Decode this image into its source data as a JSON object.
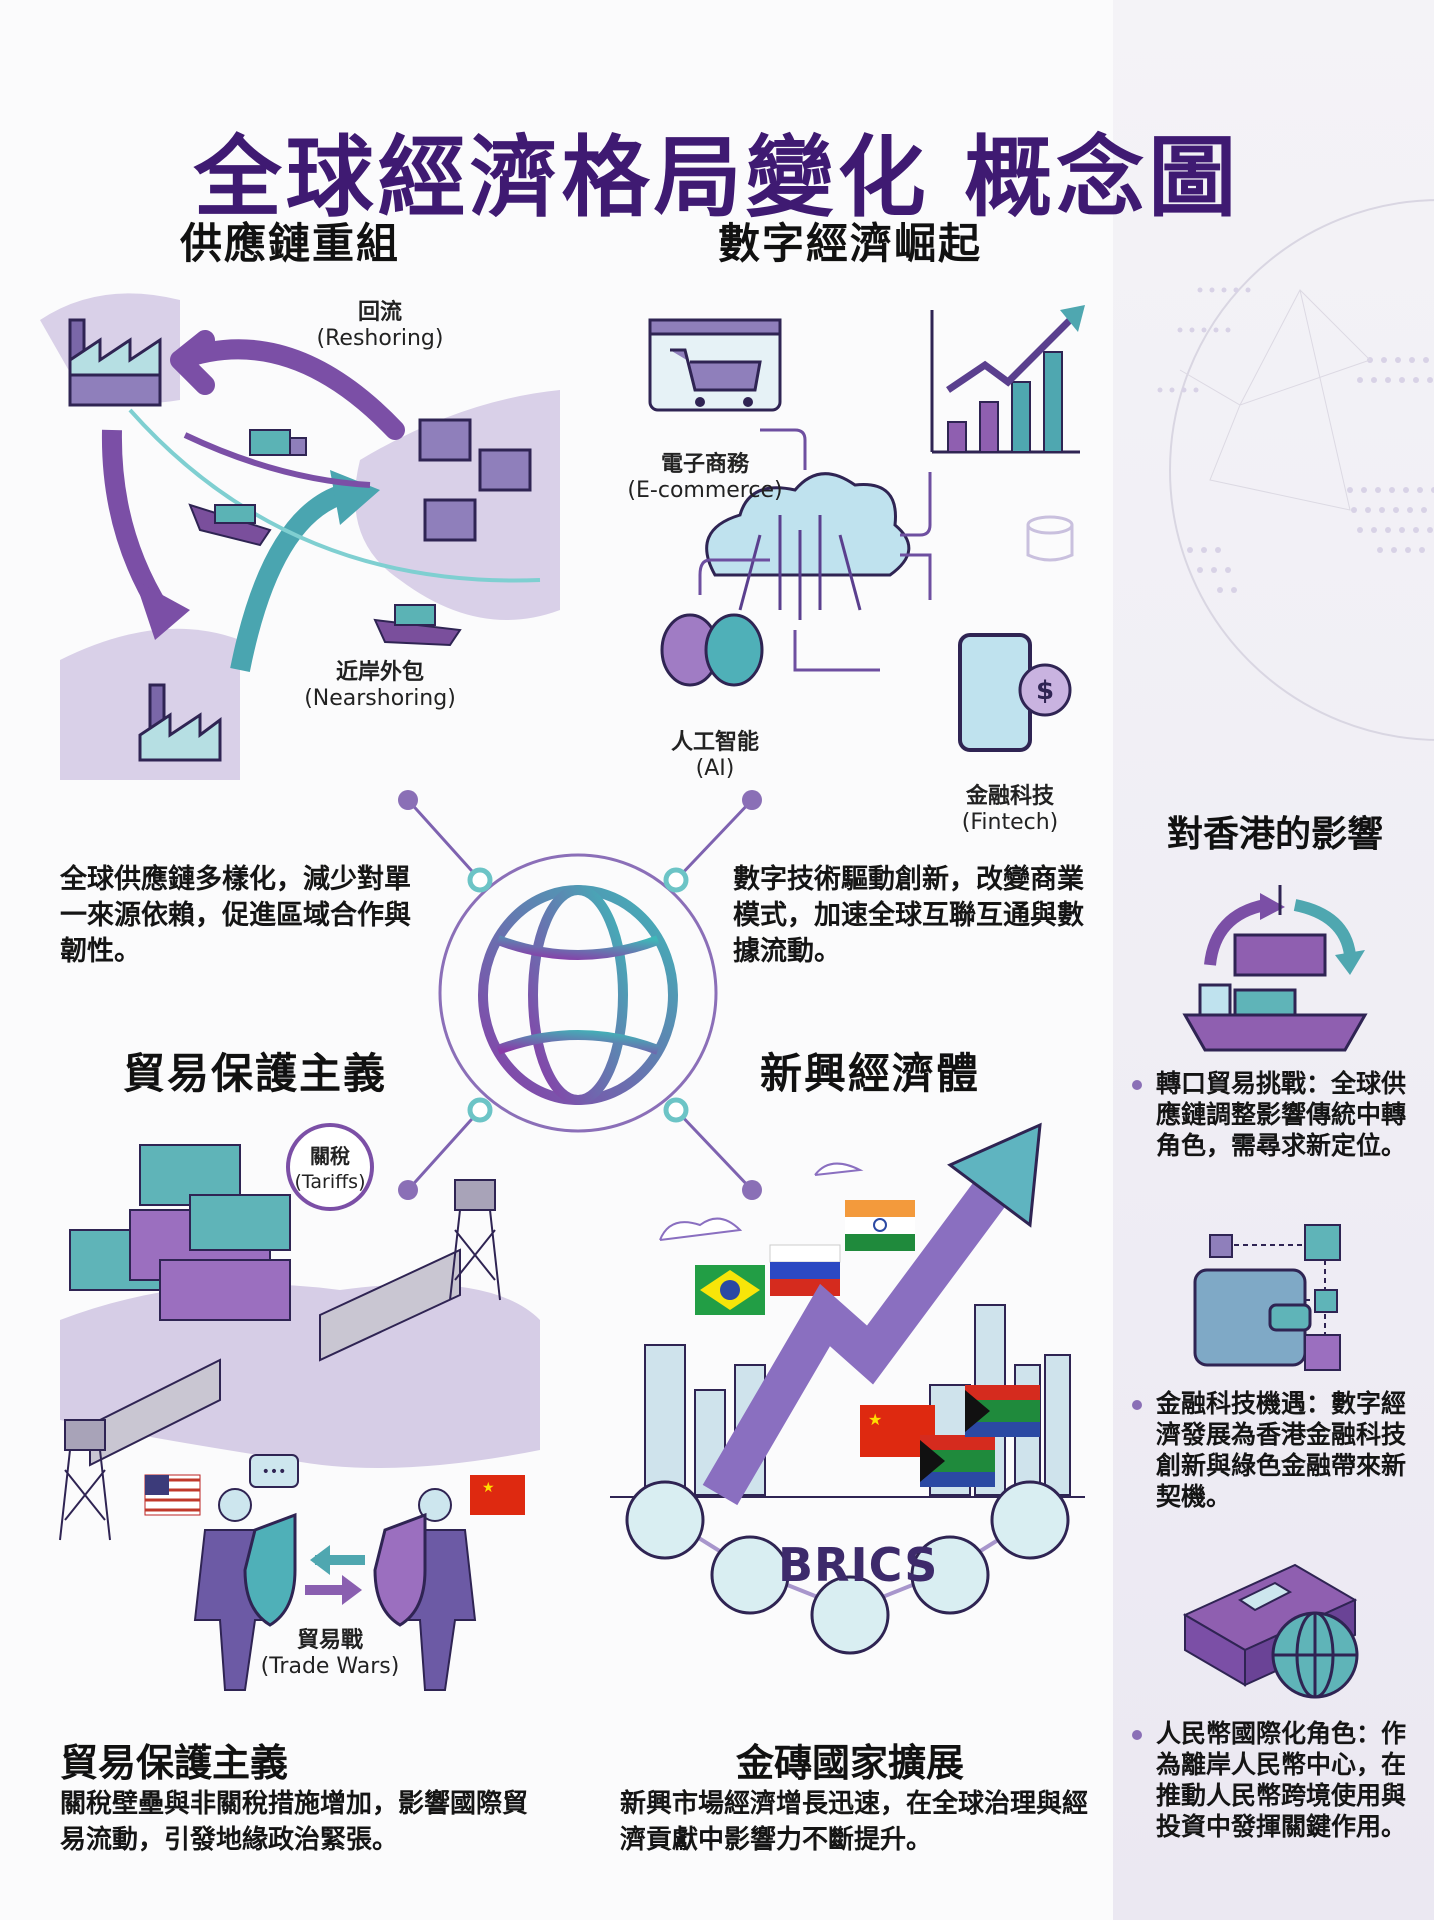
{
  "title": "全球經濟格局變化 概念圖",
  "colors": {
    "title": "#3f1a72",
    "purple": "#7b4fa6",
    "teal": "#4fb3b8",
    "light_purple": "#c9bde0",
    "sidebar_bg": "#efedf4"
  },
  "center": {
    "icon": "globe-icon"
  },
  "quadrants": {
    "supply_chain": {
      "title": "供應鏈重組",
      "labels": [
        {
          "zh": "回流",
          "en": "(Reshoring)"
        },
        {
          "zh": "近岸外包",
          "en": "(Nearshoring)"
        }
      ],
      "description": "全球供應鏈多樣化，減少對單一來源依賴，促進區域合作與韌性。",
      "icons": [
        "factory-icon",
        "truck-icon",
        "cargo-ship-icon",
        "arrow-icon",
        "map-icon"
      ]
    },
    "digital": {
      "title": "數字經濟崛起",
      "labels": [
        {
          "zh": "電子商務",
          "en": "(E-commerce)"
        },
        {
          "zh": "人工智能",
          "en": "(AI)"
        },
        {
          "zh": "金融科技",
          "en": "(Fintech)"
        }
      ],
      "description": "數字技術驅動創新，改變商業模式，加速全球互聯互通與數據流動。",
      "icons": [
        "shopping-cart-icon",
        "cloud-network-icon",
        "bar-chart-icon",
        "brain-icon",
        "phone-dollar-icon",
        "database-icon"
      ]
    },
    "protectionism": {
      "title": "貿易保護主義",
      "labels": [
        {
          "zh": "關稅",
          "en": "(Tariffs)"
        },
        {
          "zh": "貿易戰",
          "en": "(Trade Wars)"
        }
      ],
      "subhead": "貿易保護主義",
      "description": "關稅壁壘與非關稅措施增加，影響國際貿易流動，引發地緣政治緊張。",
      "icons": [
        "container-stack-icon",
        "border-wall-icon",
        "watchtower-icon",
        "us-flag-icon",
        "china-flag-icon",
        "shield-icon"
      ]
    },
    "emerging": {
      "title": "新興經濟體",
      "brics": "BRICS",
      "subhead": "金磚國家擴展",
      "description": "新興市場經濟增長迅速，在全球治理與經濟貢獻中影響力不斷提升。",
      "icons": [
        "brazil-flag-icon",
        "russia-flag-icon",
        "india-flag-icon",
        "china-flag-icon",
        "south-africa-flag-icon",
        "growth-arrow-icon",
        "city-skyline-icon"
      ]
    }
  },
  "hong_kong": {
    "title": "對香港的影響",
    "items": [
      {
        "icon": "cargo-ship-crane-icon",
        "text": "轉口貿易挑戰：全球供應鏈調整影響傳統中轉角色，需尋求新定位。"
      },
      {
        "icon": "digital-wallet-icon",
        "text": "金融科技機遇：數字經濟發展為香港金融科技創新與綠色金融帶來新契機。"
      },
      {
        "icon": "money-globe-icon",
        "text": "人民幣國際化角色：作為離岸人民幣中心，在推動人民幣跨境使用與投資中發揮關鍵作用。"
      }
    ]
  }
}
